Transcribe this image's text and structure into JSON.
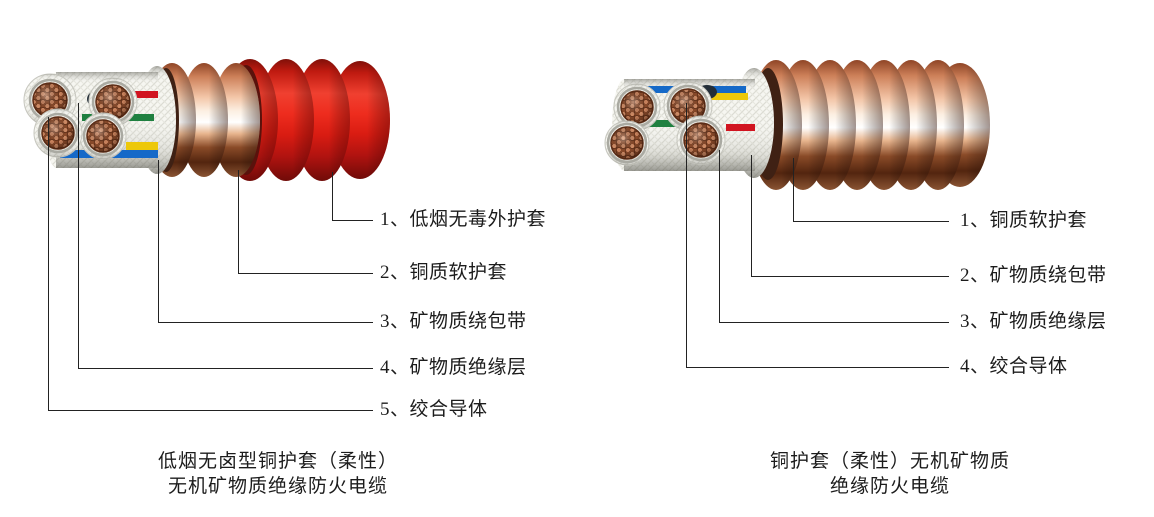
{
  "left_figure": {
    "labels": [
      "1、低烟无毒外护套",
      "2、铜质软护套",
      "3、矿物质绕包带",
      "4、矿物质绝缘层",
      "5、绞合导体"
    ],
    "caption_line1": "低烟无卤型铜护套（柔性）",
    "caption_line2": "无机矿物质绝缘防火电缆"
  },
  "right_figure": {
    "labels": [
      "1、铜质软护套",
      "2、矿物质绕包带",
      "3、矿物质绝缘层",
      "4、绞合导体"
    ],
    "caption_line1": "铜护套（柔性）无机矿物质",
    "caption_line2": "绝缘防火电缆"
  },
  "colors": {
    "background": "#ffffff",
    "text": "#1c1c1c",
    "leader_line": "#222222",
    "outer_sheath_red": "#e02318",
    "copper_sheath": "#e39a72",
    "mineral_tape_white": "#f4f4ef",
    "conductor_copper": "#c5805c",
    "stripe_green": "#1f8040",
    "stripe_red": "#d11420",
    "stripe_yellow": "#edc80a",
    "stripe_blue": "#1569c8"
  }
}
